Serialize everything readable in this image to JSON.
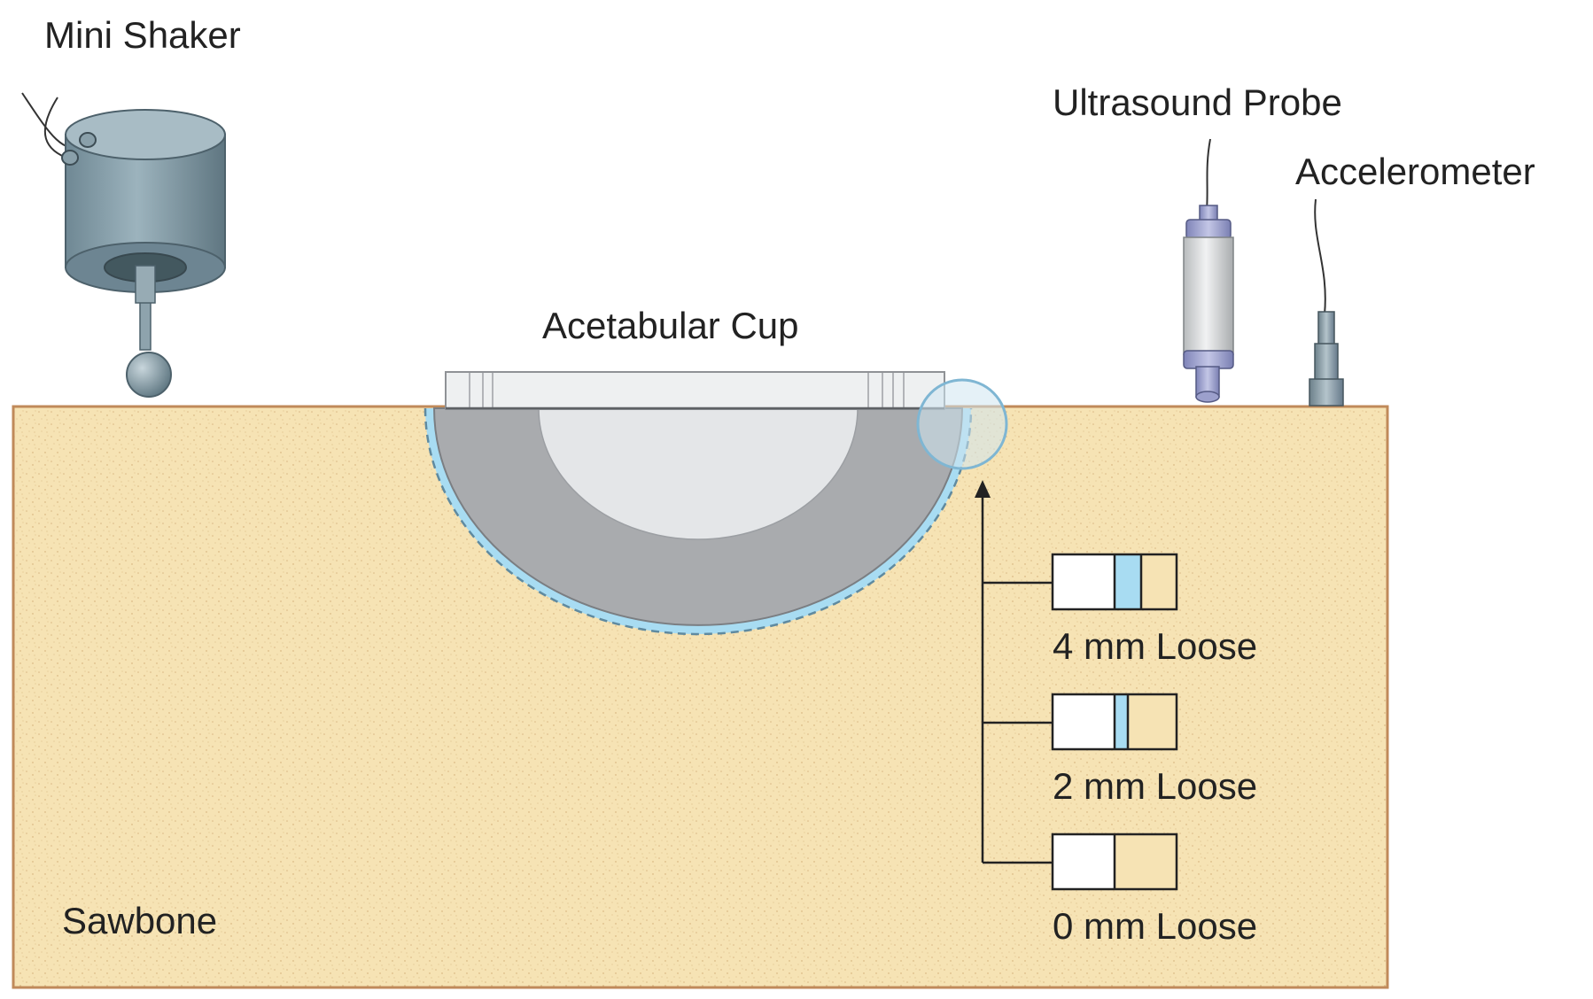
{
  "labels": {
    "mini_shaker": "Mini Shaker",
    "ultrasound_probe": "Ultrasound Probe",
    "accelerometer": "Accelerometer",
    "acetabular_cup": "Acetabular Cup",
    "sawbone": "Sawbone"
  },
  "loose_levels": [
    {
      "label": "4 mm Loose",
      "gap_mm": 4
    },
    {
      "label": "2 mm Loose",
      "gap_mm": 2
    },
    {
      "label": "0 mm Loose",
      "gap_mm": 0
    }
  ],
  "colors": {
    "sawbone": "#f6e3b4",
    "sawbone_border": "#c08a5a",
    "cup_shell": "#a9abae",
    "cup_liner": "#e4e6e8",
    "cup_rim": "#eef0f1",
    "gap": "#a8dcf2",
    "gap_outline": "#5fa8cc",
    "shaker": "#7e97a3",
    "probe_body": "#d9dbdc",
    "probe_cap": "#9ea2cc",
    "accelerometer": "#8ea1aa",
    "inset_white": "#ffffff"
  }
}
